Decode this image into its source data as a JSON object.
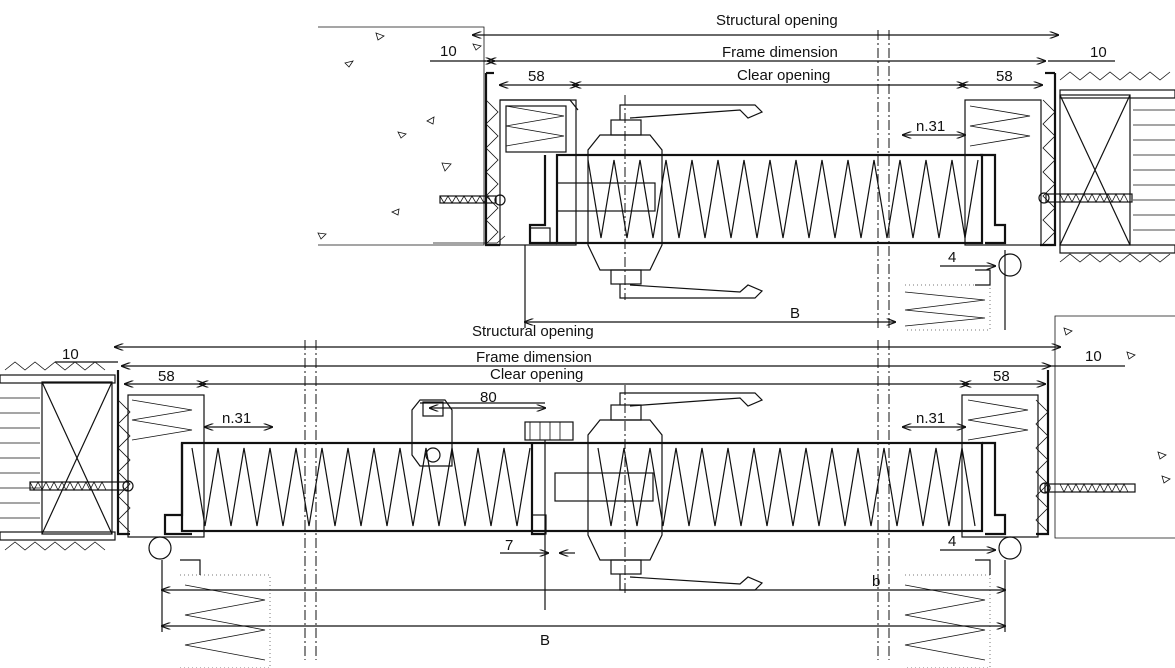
{
  "top_section": {
    "structural_opening": "Structural opening",
    "frame_dimension": "Frame dimension",
    "clear_opening": "Clear opening",
    "dim_left_10": "10",
    "dim_right_10": "10",
    "dim_left_58": "58",
    "dim_right_58": "58",
    "dim_n31": "n.31",
    "dim_4": "4",
    "dim_B": "B"
  },
  "bottom_section": {
    "structural_opening": "Structural opening",
    "frame_dimension": "Frame dimension",
    "clear_opening": "Clear opening",
    "dim_left_10": "10",
    "dim_right_10": "10",
    "dim_left_58": "58",
    "dim_right_58": "58",
    "dim_n31_left": "n.31",
    "dim_n31_right": "n.31",
    "dim_80": "80",
    "dim_7": "7",
    "dim_4": "4",
    "dim_b": "b",
    "dim_B": "B"
  }
}
